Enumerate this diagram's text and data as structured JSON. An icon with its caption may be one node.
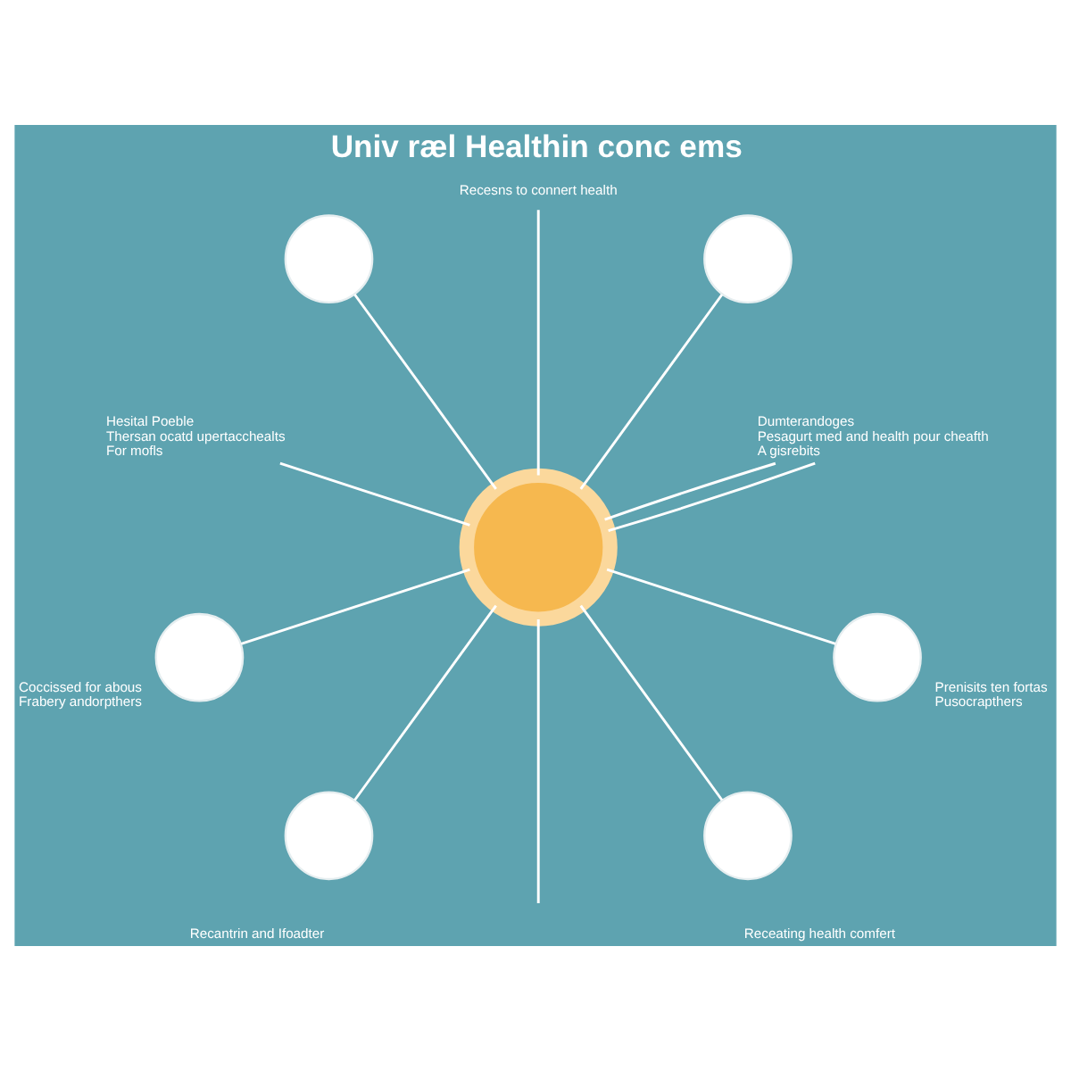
{
  "diagram": {
    "title": "Univ ræl Healthin conc ems",
    "nodes": [
      {
        "text": [],
        "shape": "circle"
      },
      {
        "text": [
          "Recesns to connert health"
        ]
      },
      {
        "text": [],
        "shape": "circle"
      },
      {
        "text": [
          "Hesital Poeble",
          "Thersan ocatd upertacchealts",
          "For mofls"
        ]
      },
      {
        "text": [
          "Dumterandoges",
          "Pesagurt med and health pour cheafth",
          "A gisrebits"
        ]
      },
      {
        "text": [],
        "shape": "circle"
      },
      {
        "text": [],
        "shape": "circle",
        "beside": [
          "Coccissed for abous",
          "Frabery andorpthers"
        ]
      },
      {
        "text": [],
        "shape": "circle",
        "beside": [
          "Prenisits ten fortas",
          "Pusocrapthers"
        ]
      },
      {
        "text": [],
        "shape": "circle",
        "beside": [
          "Recantrin and Ifoadter"
        ]
      },
      {
        "text": [],
        "shape": "circle",
        "beside": [
          "Receating health comfert"
        ]
      }
    ],
    "edges": [
      {
        "from": 5,
        "to": 1,
        "arrow": "none"
      },
      {
        "from": 5,
        "to": 2,
        "arrow": "none"
      },
      {
        "from": 5,
        "to": 4,
        "arrow": "none"
      },
      {
        "from": 5,
        "to": 4,
        "arrow": "none"
      },
      {
        "from": 5,
        "to": 7,
        "arrow": "none"
      },
      {
        "from": 5,
        "to": 9,
        "arrow": "none"
      },
      {
        "from": 5,
        "to": null,
        "arrow": "none"
      },
      {
        "from": 5,
        "to": 8,
        "arrow": "none"
      },
      {
        "from": 5,
        "to": 6,
        "arrow": "none"
      },
      {
        "from": 5,
        "to": 3,
        "arrow": "none"
      },
      {
        "from": 5,
        "to": 0,
        "arrow": "none"
      }
    ]
  }
}
